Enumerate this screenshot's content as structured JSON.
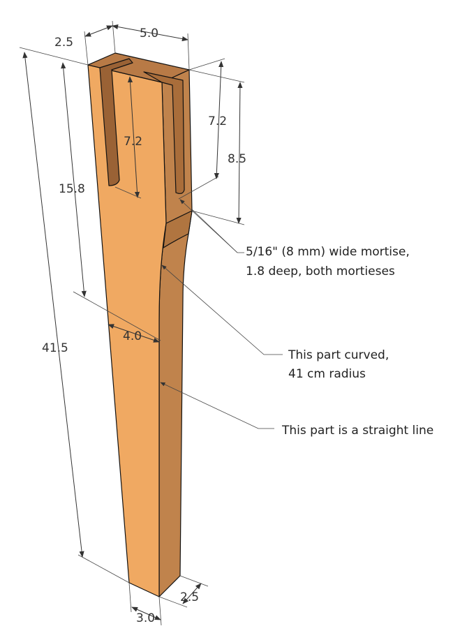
{
  "dimensions": {
    "top_depth": "2.5",
    "top_width": "5.0",
    "inner_slot_length": "7.2",
    "outer_slot_length": "7.2",
    "top_section_height": "8.5",
    "upper_length": "15.8",
    "total_length": "41.5",
    "mid_width": "4.0",
    "bottom_depth": "2.5",
    "bottom_width": "3.0"
  },
  "annotations": {
    "mortise_line1": "5/16\" (8 mm) wide mortise,",
    "mortise_line2": "1.8 deep, both mortieses",
    "curve_line1": "This part curved,",
    "curve_line2": "41 cm radius",
    "straight": "This part is a straight line"
  },
  "colors": {
    "front_face": "#f0a962",
    "side_face": "#c0834c",
    "top_face": "#b87a46",
    "slot": "#9a6235"
  }
}
